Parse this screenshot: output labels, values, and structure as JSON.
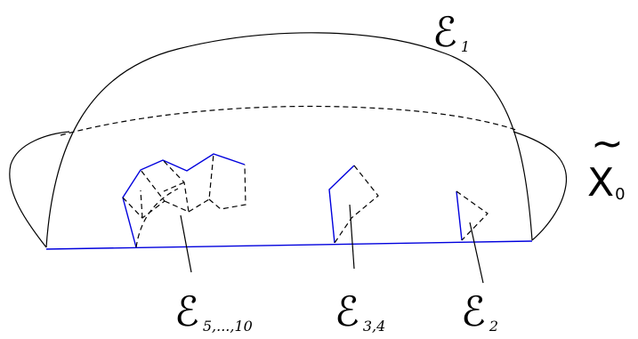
{
  "labels": {
    "e1": {
      "symbol": "ℰ",
      "subscript": "1"
    },
    "e2": {
      "symbol": "ℰ",
      "subscript": "2"
    },
    "e34": {
      "symbol": "ℰ",
      "subscript": "3,4"
    },
    "e510": {
      "symbol": "ℰ",
      "subscript": "5,...,10"
    },
    "x0": {
      "symbol": "X",
      "tilde": "~",
      "subscript": "0"
    }
  },
  "colors": {
    "outline": "#000000",
    "exceptional_curves": "#0000dd"
  }
}
